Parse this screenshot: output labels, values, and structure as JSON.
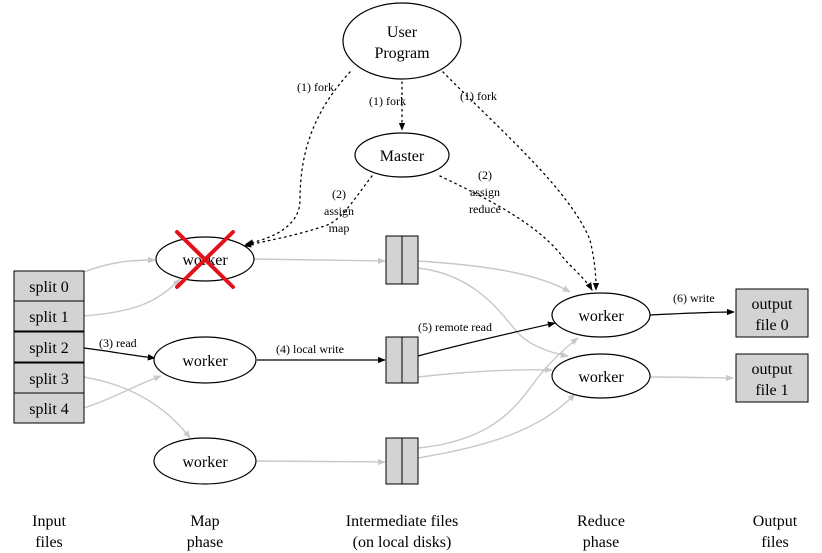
{
  "nodes": {
    "user_program": {
      "line1": "User",
      "line2": "Program"
    },
    "master": {
      "label": "Master"
    },
    "map_worker_failed": {
      "label": "worker"
    },
    "map_worker_2": {
      "label": "worker"
    },
    "map_worker_3": {
      "label": "worker"
    },
    "reduce_worker_1": {
      "label": "worker"
    },
    "reduce_worker_2": {
      "label": "worker"
    }
  },
  "splits": [
    "split 0",
    "split 1",
    "split 2",
    "split 3",
    "split 4"
  ],
  "outputs": [
    {
      "line1": "output",
      "line2": "file 0"
    },
    {
      "line1": "output",
      "line2": "file 1"
    }
  ],
  "edge_labels": {
    "fork_left": "(1) fork",
    "fork_middle": "(1) fork",
    "fork_right": "(1) fork",
    "assign_map": [
      "(2)",
      "assign",
      "map"
    ],
    "assign_reduce": [
      "(2)",
      "assign",
      "reduce"
    ],
    "read": "(3) read",
    "local_write": "(4) local write",
    "remote_read": "(5) remote read",
    "write": "(6) write"
  },
  "phases": [
    {
      "line1": "Input",
      "line2": "files"
    },
    {
      "line1": "Map",
      "line2": "phase"
    },
    {
      "line1": "Intermediate files",
      "line2": "(on local disks)"
    },
    {
      "line1": "Reduce",
      "line2": "phase"
    },
    {
      "line1": "Output",
      "line2": "files"
    }
  ],
  "colors": {
    "failure_cross": "#e2121b",
    "box_fill": "#d3d3d3",
    "gray_edge": "#c8c8c8"
  }
}
